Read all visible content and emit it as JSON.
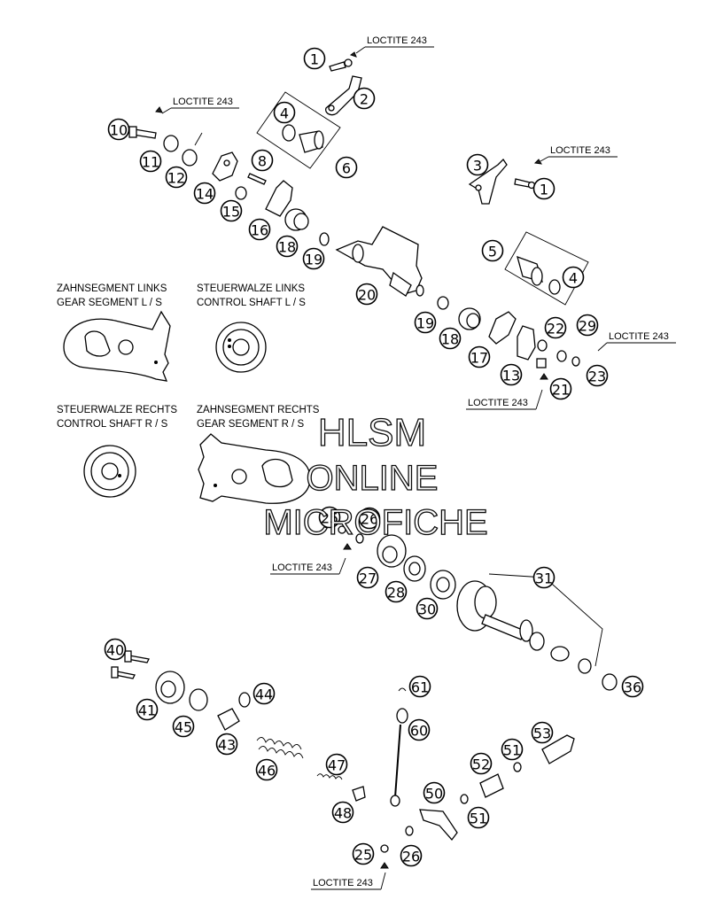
{
  "loctite_label": "LOCTITE 243",
  "section_labels": {
    "seg_left_de": "ZAHNSEGMENT LINKS",
    "seg_left_en": "GEAR SEGMENT L / S",
    "ctrl_left_de": "STEUERWALZE LINKS",
    "ctrl_left_en": "CONTROL SHAFT L / S",
    "ctrl_right_de": "STEUERWALZE RECHTS",
    "ctrl_right_en": "CONTROL SHAFT R / S",
    "seg_right_de": "ZAHNSEGMENT RECHTS",
    "seg_right_en": "GEAR SEGMENT R / S"
  },
  "watermark": {
    "line1": "HLSM",
    "line2": "ONLINE",
    "line3": "MICROFICHE"
  },
  "callouts": [
    "1",
    "2",
    "4",
    "6",
    "10",
    "11",
    "12",
    "8",
    "14",
    "15",
    "16",
    "18",
    "19",
    "3",
    "1",
    "5",
    "4",
    "20",
    "19",
    "18",
    "17",
    "13",
    "22",
    "29",
    "23",
    "21",
    "25",
    "26",
    "27",
    "28",
    "30",
    "31",
    "36",
    "40",
    "41",
    "45",
    "43",
    "44",
    "46",
    "47",
    "48",
    "61",
    "60",
    "50",
    "52",
    "51",
    "53",
    "51",
    "25",
    "26"
  ]
}
